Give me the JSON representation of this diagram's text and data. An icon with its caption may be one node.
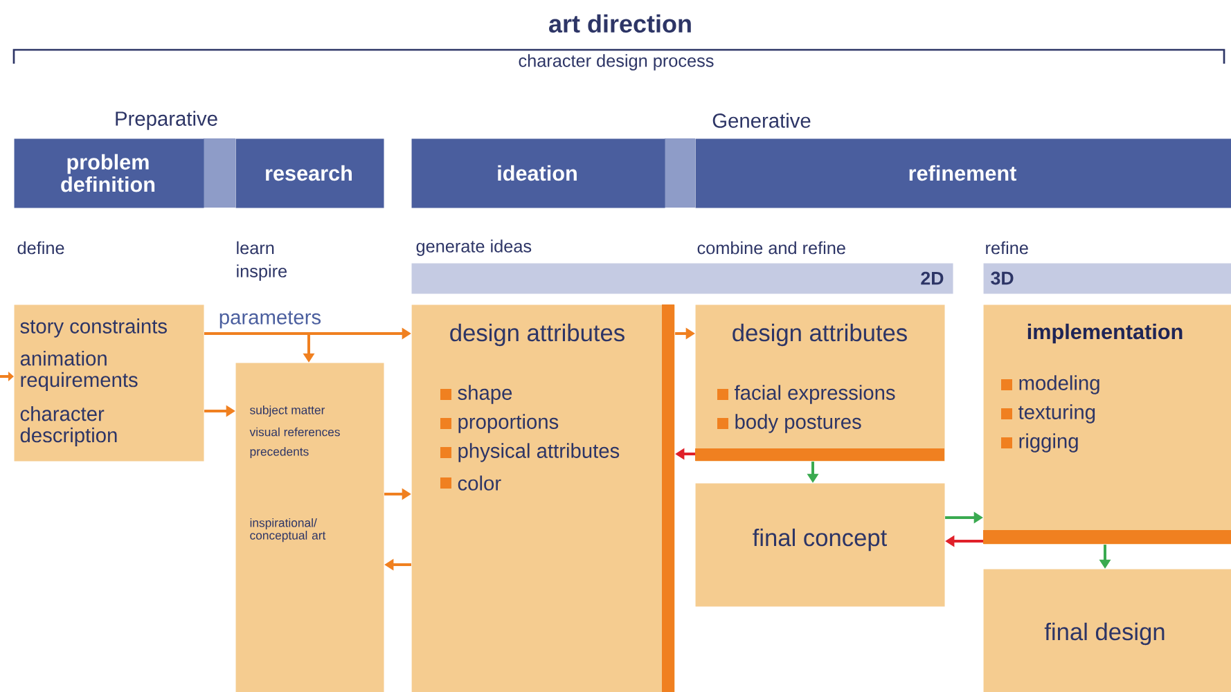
{
  "diagram": {
    "title": "art direction",
    "nodes": [
      {
        "text": [
          "problem definition"
        ]
      },
      {
        "text": [
          "research"
        ]
      },
      {
        "text": [
          "ideation"
        ]
      },
      {
        "text": [
          "refinement"
        ]
      },
      {
        "text": [
          "2D"
        ]
      },
      {
        "text": [
          "3D"
        ]
      },
      {
        "text": [
          "story constraints",
          "animation requirements",
          "character description"
        ]
      },
      {
        "text": [
          "subject matter",
          "visual references",
          "precedents",
          "inspirational/ conceptual art"
        ]
      },
      {
        "text": [
          "design attributes",
          "shape",
          "proportions",
          "physical attributes",
          "color"
        ]
      },
      {
        "text": [
          "design attributes",
          "facial expressions",
          "body postures"
        ]
      },
      {
        "text": [
          "final concept"
        ]
      },
      {
        "text": [
          "implementation",
          "modeling",
          "texturing",
          "rigging"
        ]
      },
      {
        "text": [
          "final design"
        ]
      }
    ],
    "edges": [
      {
        "from": 6,
        "to": 8,
        "arrow": "to",
        "label": "parameters"
      },
      {
        "from": 6,
        "to": 7,
        "arrow": "to"
      },
      {
        "from": 6,
        "to": 7,
        "arrow": "to"
      },
      {
        "from": null,
        "to": 6,
        "arrow": "to"
      },
      {
        "from": 7,
        "to": 8,
        "arrow": "to"
      },
      {
        "from": 8,
        "to": 7,
        "arrow": "to"
      },
      {
        "from": 8,
        "to": 9,
        "arrow": "to"
      },
      {
        "from": 9,
        "to": 8,
        "arrow": "to",
        "color": "#e0202a"
      },
      {
        "from": 9,
        "to": 10,
        "arrow": "to",
        "color": "#3aaa50"
      },
      {
        "from": 10,
        "to": 11,
        "arrow": "to",
        "color": "#3aaa50"
      },
      {
        "from": 11,
        "to": 10,
        "arrow": "to",
        "color": "#e0202a"
      },
      {
        "from": 11,
        "to": 12,
        "arrow": "to",
        "color": "#3aaa50"
      }
    ],
    "labels": [
      "character design process",
      "Preparative",
      "Generative",
      "define",
      "learn",
      "inspire",
      "generate ideas",
      "combine and refine",
      "refine"
    ]
  }
}
